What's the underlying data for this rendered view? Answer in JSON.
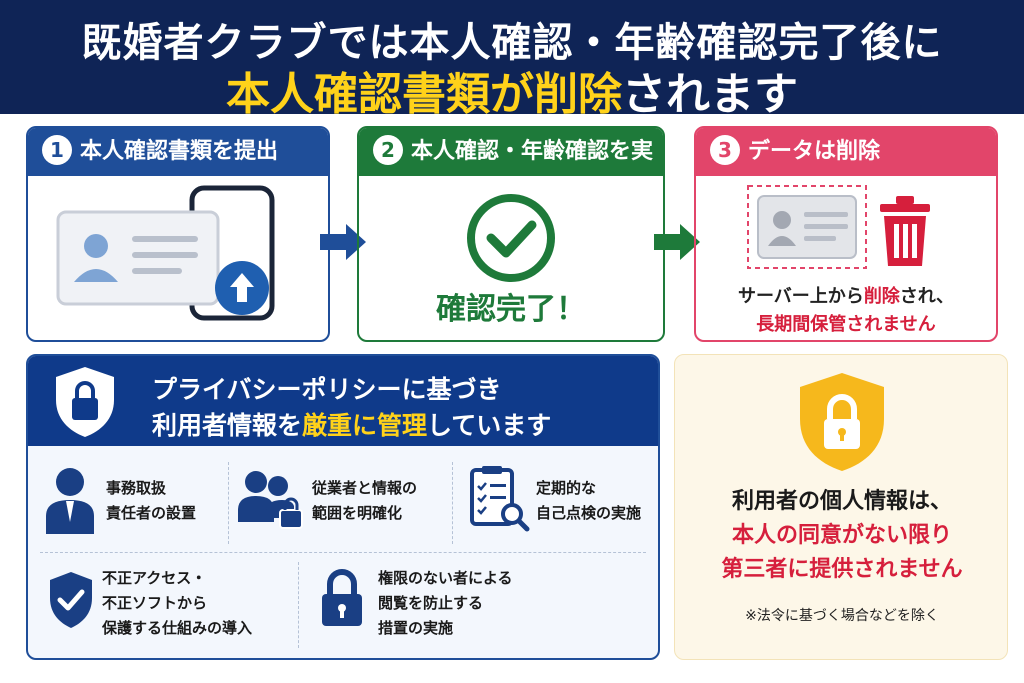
{
  "header": {
    "line1": "既婚者クラブでは本人確認・年齢確認完了後に",
    "line2_highlight": "本人確認書類が削除",
    "line2_rest": "されます"
  },
  "steps": [
    {
      "num": "1",
      "label": "本人確認書類を提出",
      "color": "#1f4e99"
    },
    {
      "num": "2",
      "label": "本人確認・年齢確認を実施",
      "color": "#1e7a3a",
      "result": "確認完了！"
    },
    {
      "num": "3",
      "label": "データは削除",
      "color": "#e2456a",
      "note_a": "サーバー上から",
      "note_b": "削除",
      "note_c": "され、",
      "note_line2": "長期間保管されません"
    }
  ],
  "policy": {
    "title_line1": "プライバシーポリシーに基づき",
    "title_line2_a": "利用者情報を",
    "title_line2_b": "厳重に管理",
    "title_line2_c": "しています",
    "items": [
      {
        "line1": "事務取扱",
        "line2": "責任者の設置",
        "icon": "person-icon"
      },
      {
        "line1": "従業者と情報の",
        "line2": "範囲を明確化",
        "icon": "people-lock-icon"
      },
      {
        "line1": "定期的な",
        "line2": "自己点検の実施",
        "icon": "checklist-icon"
      },
      {
        "line1": "不正アクセス・",
        "line2": "不正ソフトから",
        "line3": "保護する仕組みの導入",
        "icon": "shield-check-icon"
      },
      {
        "line1": "権限のない者による",
        "line2": "閲覧を防止する",
        "line3": "措置の実施",
        "icon": "lock-icon"
      }
    ]
  },
  "notice": {
    "line1": "利用者の個人情報は、",
    "line2": "本人の同意がない限り",
    "line3": "第三者に提供されません",
    "footnote": "※法令に基づく場合などを除く"
  }
}
